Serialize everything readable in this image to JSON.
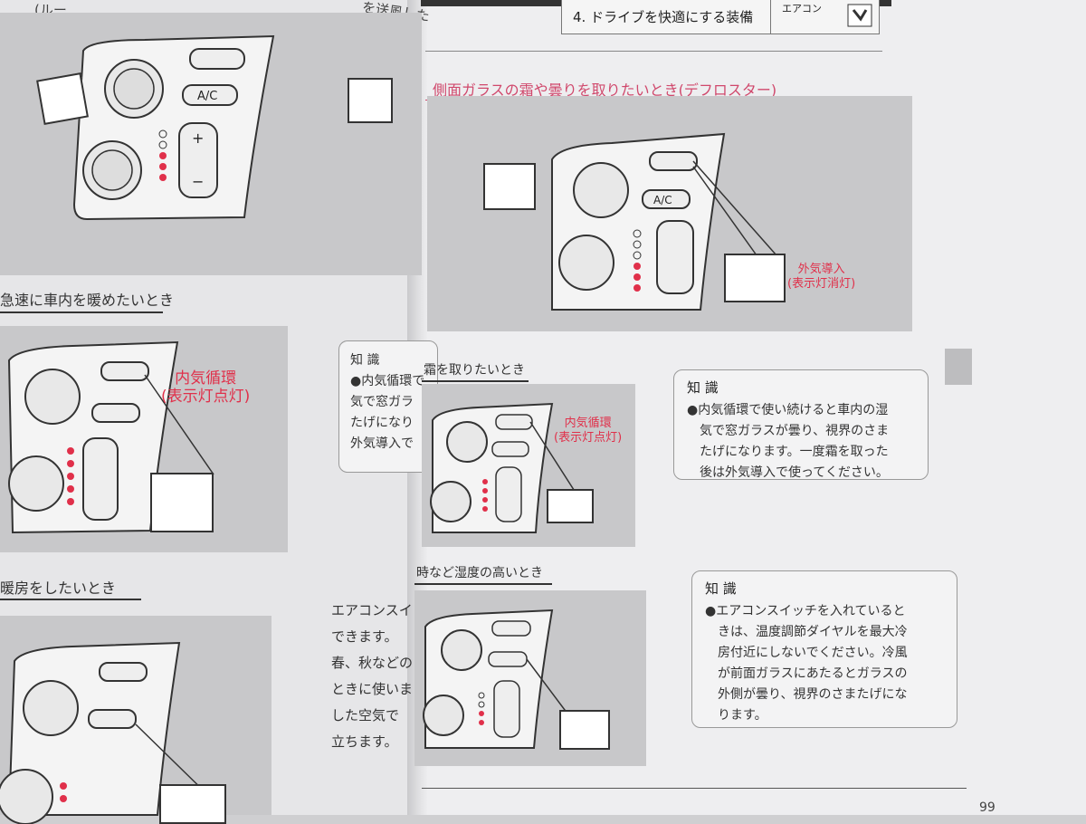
{
  "header": {
    "title": "4. ドライブを快適にする装備",
    "tag": "エアコン"
  },
  "left_page": {
    "top_fragment": "(ルー",
    "top_fragment_right": "を送風した",
    "section_warm": "急速に車内を暖めたいとき",
    "label_recirc": "内気循環\n(表示灯点灯)",
    "partial_info": "知 識\n●内気循環で\n気で窓ガラ\nたげになり\n外気導入で",
    "section_heat": "暖房をしたいとき",
    "body_text": "エアコンスイッチ\nできます。\n春、秋などの\nときに使いま\nした空気で\n立ちます。"
  },
  "right_page": {
    "section_defroster": "側面ガラスの霜や曇りを取りたいとき(デフロスター)",
    "label_fresh": "外気導入\n(表示灯消灯)",
    "section_frost": "霜を取りたいとき",
    "label_recirc_small": "内気循環\n(表示灯点灯)",
    "info1_head": "知 識",
    "info1_body": "●内気循環で使い続けると車内の湿\n　気で窓ガラスが曇り、視界のさま\n　たげになります。一度霜を取った\n　後は外気導入で使ってください。",
    "section_humid": "時など湿度の高いとき",
    "info2_head": "知 識",
    "info2_body": "●エアコンスイッチを入れていると\n　きは、温度調節ダイヤルを最大冷\n　房付近にしないでください。冷風\n　が前面ガラスにあたるとガラスの\n　外側が曇り、視界のさまたげにな\n　ります。",
    "page_number": "99"
  },
  "panel_labels": {
    "ac": "A/C",
    "plus": "+",
    "minus": "−"
  },
  "colors": {
    "accent_pink": "#d0486c",
    "indicator_red": "#e0304a",
    "panel_gray": "#c8c8ca"
  }
}
